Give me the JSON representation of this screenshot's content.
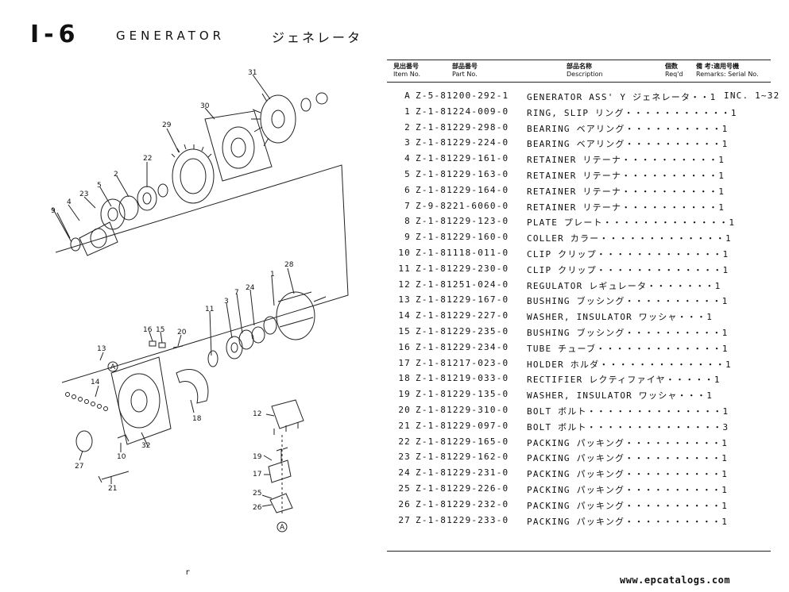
{
  "header": {
    "section_number": "I-6",
    "title": "GENERATOR",
    "title_jp": "ジェネレータ"
  },
  "table": {
    "columns": [
      {
        "jp": "見出番号",
        "en": "Item No."
      },
      {
        "jp": "部品番号",
        "en": "Part No."
      },
      {
        "jp": "部品名称",
        "en": "Description"
      },
      {
        "jp": "個数",
        "en": "Req'd"
      },
      {
        "jp": "備 考:適用号機",
        "en": "Remarks: Serial No."
      }
    ],
    "rows": [
      {
        "item": "A",
        "part": "Z-5-81200-292-1",
        "desc": "GENERATOR ASS' Y ジェネレータ・・1",
        "remarks": "INC. 1~32"
      },
      {
        "item": "1",
        "part": "Z-1-81224-009-0",
        "desc": "RING, SLIP リング・・・・・・・・・・・1",
        "remarks": ""
      },
      {
        "item": "2",
        "part": "Z-1-81229-298-0",
        "desc": "BEARING ベアリング・・・・・・・・・・1",
        "remarks": ""
      },
      {
        "item": "3",
        "part": "Z-1-81229-224-0",
        "desc": "BEARING ベアリング・・・・・・・・・・1",
        "remarks": ""
      },
      {
        "item": "4",
        "part": "Z-1-81229-161-0",
        "desc": "RETAINER リテーナ・・・・・・・・・・1",
        "remarks": ""
      },
      {
        "item": "5",
        "part": "Z-1-81229-163-0",
        "desc": "RETAINER リテーナ・・・・・・・・・・1",
        "remarks": ""
      },
      {
        "item": "6",
        "part": "Z-1-81229-164-0",
        "desc": "RETAINER リテーナ・・・・・・・・・・1",
        "remarks": ""
      },
      {
        "item": "7",
        "part": "Z-9-8221-6060-0",
        "desc": "RETAINER リテーナ・・・・・・・・・・1",
        "remarks": ""
      },
      {
        "item": "8",
        "part": "Z-1-81229-123-0",
        "desc": "PLATE プレート・・・・・・・・・・・・・1",
        "remarks": ""
      },
      {
        "item": "9",
        "part": "Z-1-81229-160-0",
        "desc": "COLLER カラー・・・・・・・・・・・・・1",
        "remarks": ""
      },
      {
        "item": "10",
        "part": "Z-1-81118-011-0",
        "desc": "CLIP クリップ・・・・・・・・・・・・・1",
        "remarks": ""
      },
      {
        "item": "11",
        "part": "Z-1-81229-230-0",
        "desc": "CLIP クリップ・・・・・・・・・・・・・1",
        "remarks": ""
      },
      {
        "item": "12",
        "part": "Z-1-81251-024-0",
        "desc": "REGULATOR レギュレータ・・・・・・・1",
        "remarks": ""
      },
      {
        "item": "13",
        "part": "Z-1-81229-167-0",
        "desc": "BUSHING ブッシング・・・・・・・・・・1",
        "remarks": ""
      },
      {
        "item": "14",
        "part": "Z-1-81229-227-0",
        "desc": "WASHER, INSULATOR ワッシャ・・・1",
        "remarks": ""
      },
      {
        "item": "15",
        "part": "Z-1-81229-235-0",
        "desc": "BUSHING ブッシング・・・・・・・・・・1",
        "remarks": ""
      },
      {
        "item": "16",
        "part": "Z-1-81229-234-0",
        "desc": "TUBE チューブ・・・・・・・・・・・・・1",
        "remarks": ""
      },
      {
        "item": "17",
        "part": "Z-1-81217-023-0",
        "desc": "HOLDER ホルダ・・・・・・・・・・・・・1",
        "remarks": ""
      },
      {
        "item": "18",
        "part": "Z-1-81219-033-0",
        "desc": "RECTIFIER レクティファイヤ・・・・・1",
        "remarks": ""
      },
      {
        "item": "19",
        "part": "Z-1-81229-135-0",
        "desc": "WASHER, INSULATOR ワッシャ・・・1",
        "remarks": ""
      },
      {
        "item": "20",
        "part": "Z-1-81229-310-0",
        "desc": "BOLT ボルト・・・・・・・・・・・・・・1",
        "remarks": ""
      },
      {
        "item": "21",
        "part": "Z-1-81229-097-0",
        "desc": "BOLT ボルト・・・・・・・・・・・・・・3",
        "remarks": ""
      },
      {
        "item": "22",
        "part": "Z-1-81229-165-0",
        "desc": "PACKING パッキング・・・・・・・・・・1",
        "remarks": ""
      },
      {
        "item": "23",
        "part": "Z-1-81229-162-0",
        "desc": "PACKING パッキング・・・・・・・・・・1",
        "remarks": ""
      },
      {
        "item": "24",
        "part": "Z-1-81229-231-0",
        "desc": "PACKING パッキング・・・・・・・・・・1",
        "remarks": ""
      },
      {
        "item": "25",
        "part": "Z-1-81229-226-0",
        "desc": "PACKING パッキング・・・・・・・・・・1",
        "remarks": ""
      },
      {
        "item": "26",
        "part": "Z-1-81229-232-0",
        "desc": "PACKING パッキング・・・・・・・・・・1",
        "remarks": ""
      },
      {
        "item": "27",
        "part": "Z-1-81229-233-0",
        "desc": "PACKING パッキング・・・・・・・・・・1",
        "remarks": ""
      }
    ]
  },
  "diagram": {
    "callouts": [
      "31",
      "30",
      "29",
      "22",
      "2",
      "5",
      "23",
      "4",
      "9",
      "28",
      "1",
      "24",
      "7",
      "3",
      "11",
      "16",
      "15",
      "20",
      "13",
      "A",
      "14",
      "18",
      "12",
      "32",
      "27",
      "10",
      "21",
      "19",
      "17",
      "25",
      "26",
      "A"
    ]
  },
  "footer": {
    "mark": "r",
    "watermark_url": "www.epcatalogs.com"
  }
}
